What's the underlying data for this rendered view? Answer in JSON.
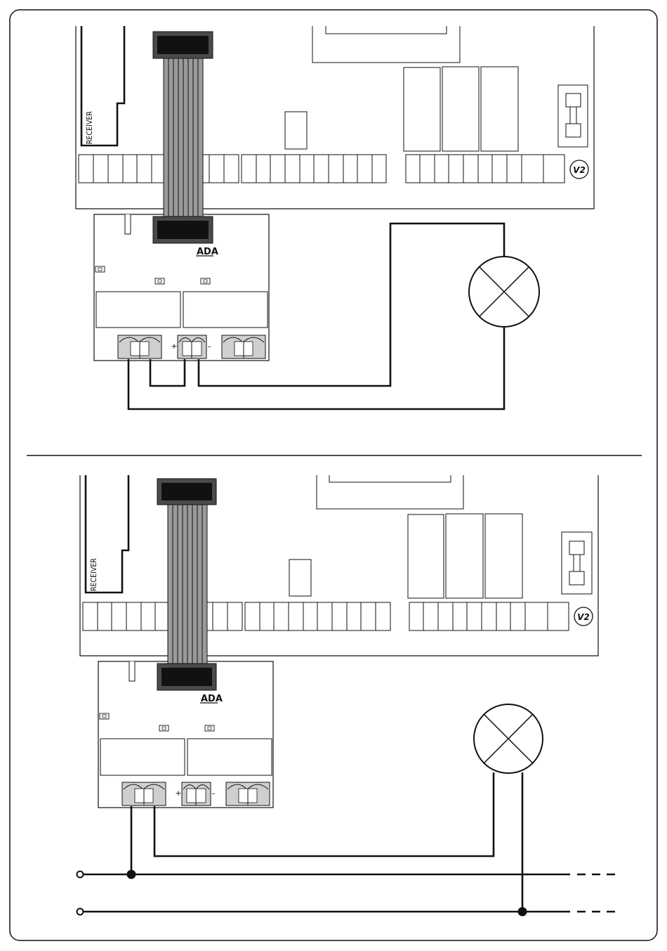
{
  "diagrams": [
    {
      "receiver_label": "RECEIVER",
      "module_brand": "ADA",
      "plus_sign": "+",
      "minus_sign": "–",
      "badge": "V2"
    },
    {
      "receiver_label": "RECEIVER",
      "module_brand": "ADA",
      "plus_sign": "+",
      "minus_sign": "–",
      "badge": "V2"
    }
  ],
  "colors": {
    "line": "#111111",
    "ribbon_fill": "#9a9a9a",
    "connector_body": "#4a4a4a",
    "connector_inner": "#111111",
    "terminal_fill": "#cfcfcf"
  }
}
